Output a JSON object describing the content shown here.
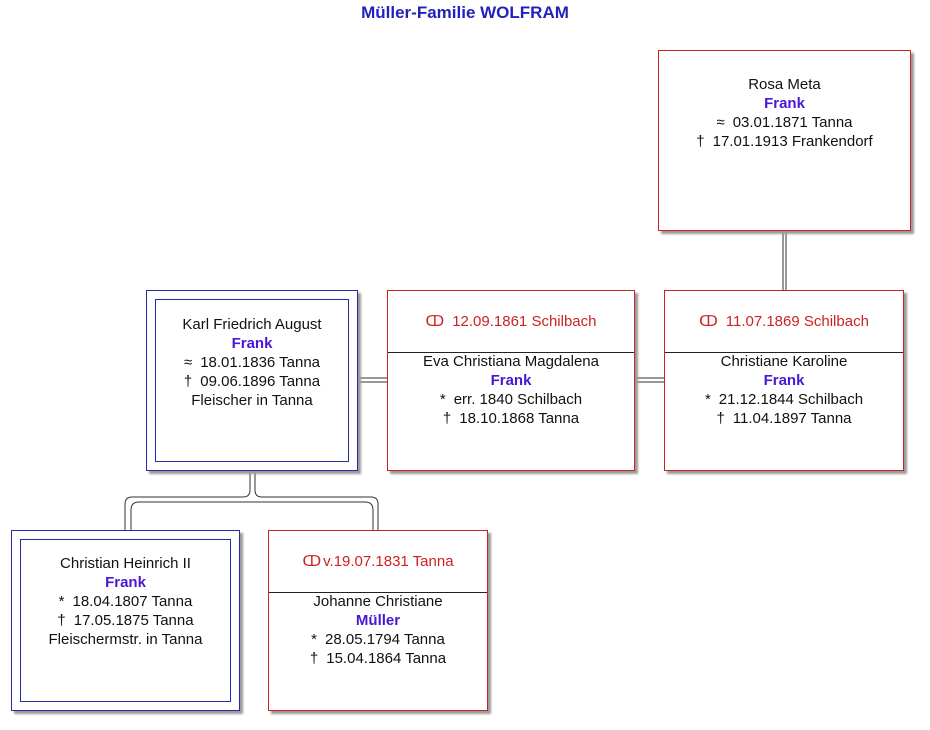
{
  "title": "Müller-Familie WOLFRAM",
  "persons": {
    "rosa": {
      "given": "Rosa Meta",
      "surname": "Frank",
      "birth_symbol": "≈",
      "birth": "03.01.1871 Tanna",
      "death_symbol": "†",
      "death": "17.01.1913 Frankendorf"
    },
    "karl": {
      "given": "Karl Friedrich August",
      "surname": "Frank",
      "birth_symbol": "≈",
      "birth": "18.01.1836 Tanna",
      "death_symbol": "†",
      "death": "09.06.1896 Tanna",
      "occupation": "Fleischer in Tanna"
    },
    "eva": {
      "marriage_symbol": "ↀ",
      "marriage": "12.09.1861 Schilbach",
      "given": "Eva Christiana Magdalena",
      "surname": "Frank",
      "birth_symbol": "*",
      "birth": "err. 1840 Schilbach",
      "death_symbol": "†",
      "death": "18.10.1868 Tanna"
    },
    "christiane": {
      "marriage_symbol": "ↀ",
      "marriage": "11.07.1869 Schilbach",
      "given": "Christiane Karoline",
      "surname": "Frank",
      "birth_symbol": "*",
      "birth": "21.12.1844 Schilbach",
      "death_symbol": "†",
      "death": "11.04.1897 Tanna"
    },
    "heinrich": {
      "given": "Christian Heinrich II",
      "surname": "Frank",
      "birth_symbol": "*",
      "birth": "18.04.1807 Tanna",
      "death_symbol": "†",
      "death": "17.05.1875 Tanna",
      "occupation": "Fleischermstr. in Tanna"
    },
    "johanne": {
      "marriage_symbol": "ↀ",
      "marriage": "v.19.07.1831 Tanna",
      "given": "Johanne Christiane",
      "surname": "Müller",
      "birth_symbol": "*",
      "birth": "28.05.1794 Tanna",
      "death_symbol": "†",
      "death": "15.04.1864 Tanna"
    }
  },
  "colors": {
    "title": "#2222bb",
    "surname": "#4a16d6",
    "female_border": "#cc2222",
    "male_border": "#2a2aa8",
    "marriage_text": "#cc2222"
  }
}
